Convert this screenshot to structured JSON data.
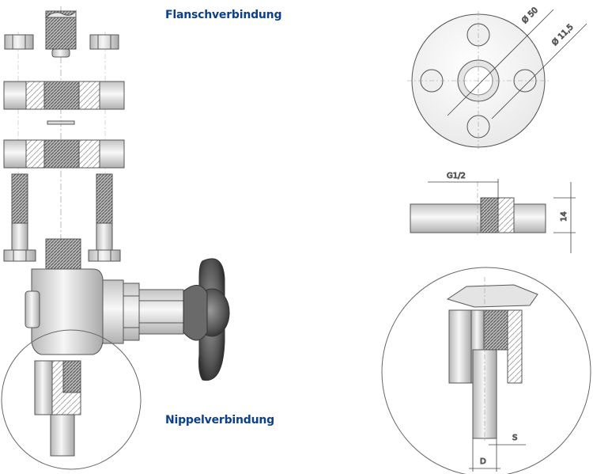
{
  "headings": {
    "flange": "Flanschverbindung",
    "nipple": "Nippelverbindung"
  },
  "dimensions": {
    "outer_diameter": "Ø 50",
    "hole_diameter": "Ø 11,5",
    "thread": "G1/2",
    "thickness": "14",
    "wall": "S",
    "diameter": "D"
  },
  "colors": {
    "heading": "#0d3f8a",
    "outline": "#555555",
    "dimension": "#444444",
    "centerline": "#9a9a9a"
  }
}
